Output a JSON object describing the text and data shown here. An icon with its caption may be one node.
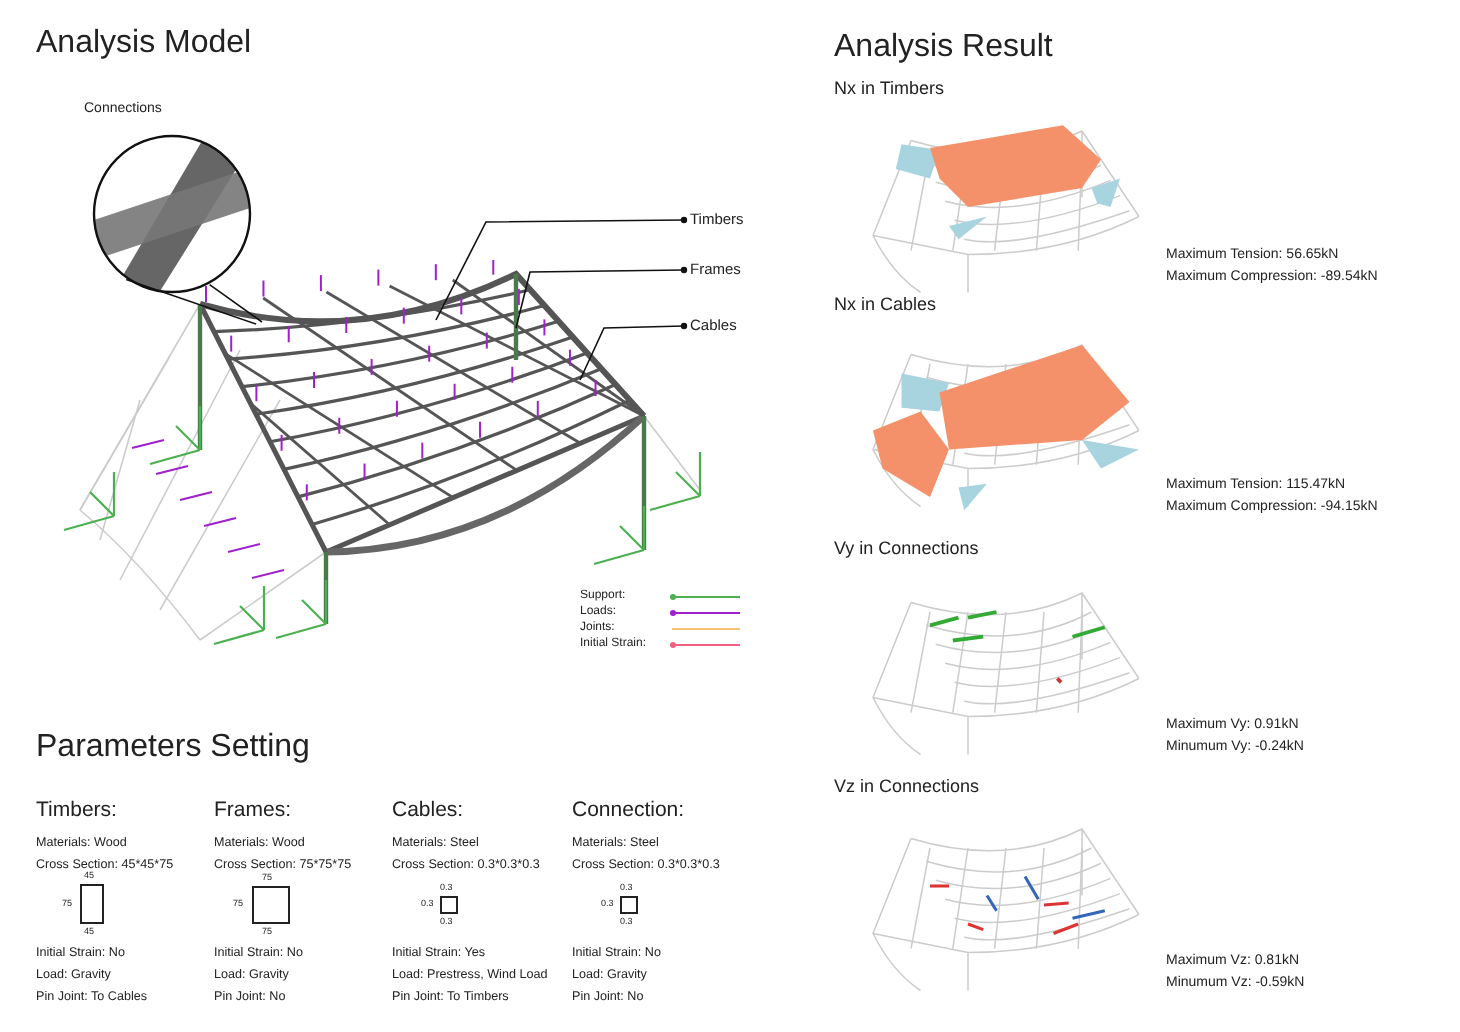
{
  "diagram": {
    "nodes": [
      {
        "text": [
          "Connections"
        ]
      },
      {
        "text": [
          "Timbers"
        ]
      },
      {
        "text": [
          "Frames"
        ]
      },
      {
        "text": [
          "Cables"
        ]
      }
    ],
    "edges": [
      {
        "from": 0,
        "to": null,
        "arrow": "none"
      },
      {
        "from": 0,
        "to": null,
        "arrow": "none"
      },
      {
        "from": 1,
        "to": null,
        "arrow": "other"
      },
      {
        "from": 2,
        "to": null,
        "arrow": "other"
      },
      {
        "from": 3,
        "to": null,
        "arrow": "other"
      }
    ],
    "labels": [
      "Analysis Model",
      "Parameters Setting",
      "Timbers:",
      "Materials: Wood",
      "Cross Section: 45*45*75",
      "45",
      "75",
      "45",
      "Initial Strain: No",
      "Load: Gravity",
      "Pin Joint: To Cables",
      "Frames:",
      "Materials: Wood",
      "Cross Section: 75*75*75",
      "75",
      "75",
      "75",
      "Initial Strain: No",
      "Load: Gravity",
      "Pin Joint: No",
      "Cables:",
      "Materials: Steel",
      "Cross Section: 0.3*0.3*0.3",
      "0.3",
      "0.3",
      "0.3",
      "Initial Strain: Yes",
      "Load: Prestress, Wind Load",
      "Pin Joint: To Timbers",
      "Connection:",
      "Materials: Steel",
      "Cross Section: 0.3*0.3*0.3",
      "0.3",
      "0.3",
      "0.3",
      "Initial Strain: No",
      "Load: Gravity",
      "Pin Joint: No",
      "Analysis Result",
      "Nx in Timbers",
      "Maximum Tension: 56.65kN",
      "Maximum Compression: -89.54kN",
      "Nx in Cables",
      "Maximum Tension: 115.47kN",
      "Maximum Compression: -94.15kN",
      "Vy in Connections",
      "Maximum Vy: 0.91kN",
      "Minumum Vy: -0.24kN",
      "Vz in Connections",
      "Maximum Vz: 0.81kN",
      "Minumum Vz: -0.59kN"
    ],
    "legend": [
      {
        "text": "Support:"
      },
      {
        "text": "Loads:"
      },
      {
        "text": "Joints:"
      },
      {
        "text": "Initial Strain:"
      }
    ]
  }
}
